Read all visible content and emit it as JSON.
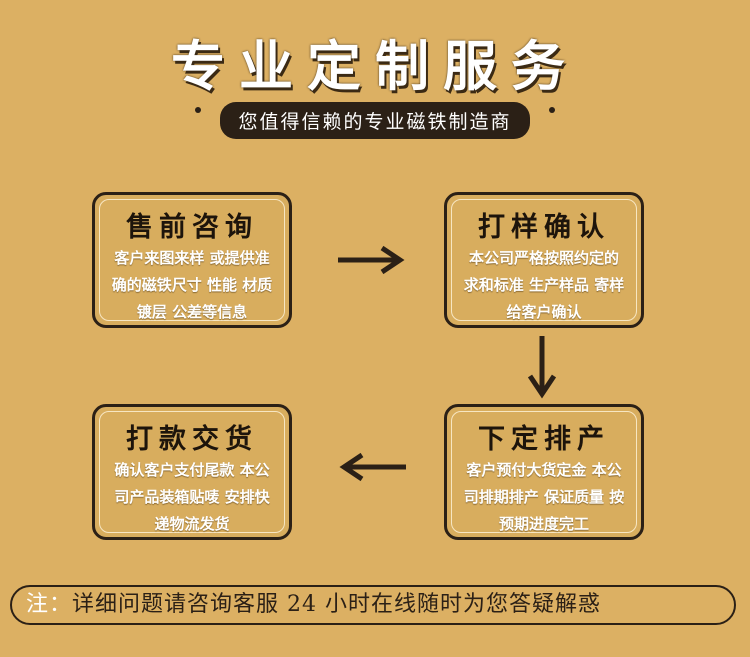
{
  "title": "专业定制服务",
  "subtitle": "您值得信赖的专业磁铁制造商",
  "steps": [
    {
      "title": "售前咨询",
      "lines": [
        "客户来图来样 或提供准",
        "确的磁铁尺寸 性能 材质",
        "镀层 公差等信息"
      ]
    },
    {
      "title": "打样确认",
      "lines": [
        "本公司严格按照约定的",
        "求和标准 生产样品 寄样",
        "给客户确认"
      ]
    },
    {
      "title": "下定排产",
      "lines": [
        "客户预付大货定金 本公",
        "司排期排产 保证质量 按",
        "预期进度完工"
      ]
    },
    {
      "title": "打款交货",
      "lines": [
        "确认客户支付尾款 本公",
        "司产品装箱贴唛 安排快",
        "递物流发货"
      ]
    }
  ],
  "note": {
    "prefix": "注：",
    "text": "详细问题请咨询客服 24 小时在线随时为您答疑解惑"
  },
  "colors": {
    "background": "#dcb063",
    "dark": "#2b2016",
    "text_white": "#ffffff"
  }
}
